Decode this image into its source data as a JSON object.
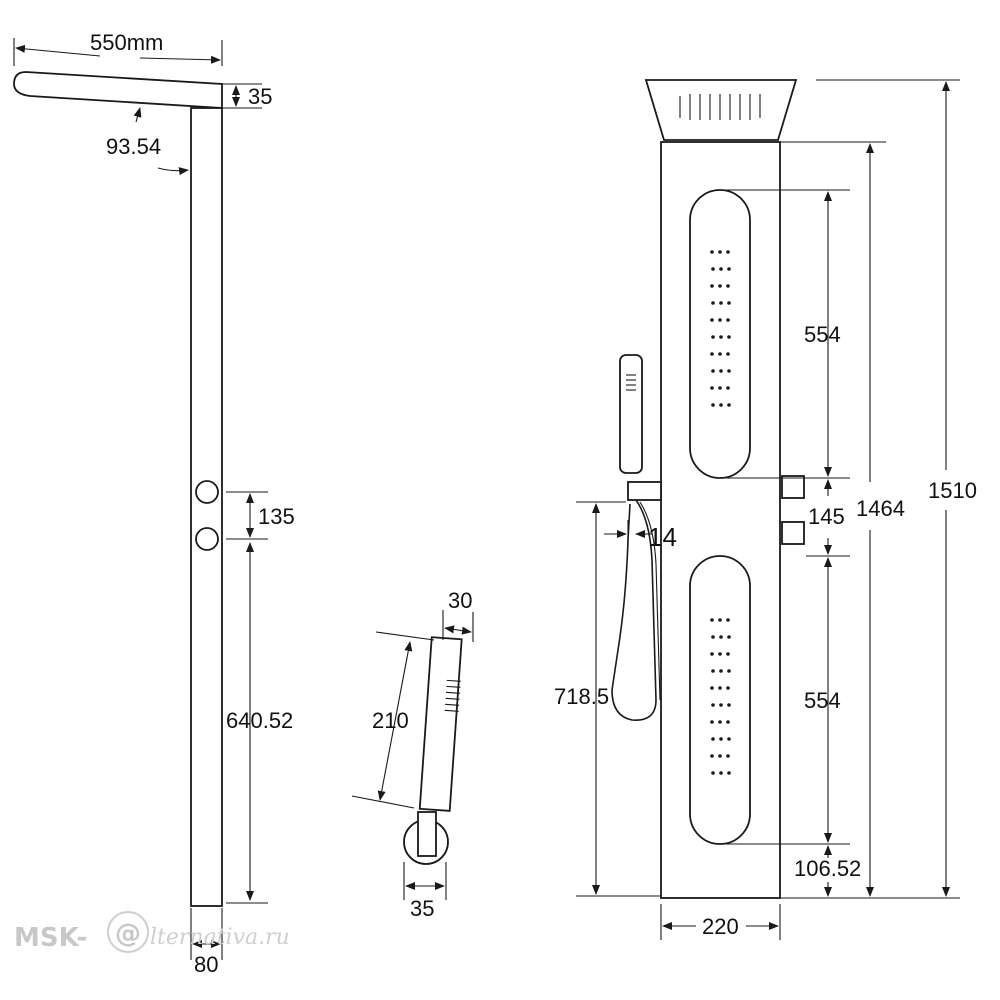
{
  "side_view": {
    "arm_width": "550mm",
    "arm_thickness": "35",
    "arm_angle": "93.54",
    "knob_spacing": "135",
    "lower_height": "640.52",
    "column_width": "80"
  },
  "hand_shower": {
    "head_width": "30",
    "length": "210",
    "holder_width": "35"
  },
  "front_view": {
    "holder_offset": "14",
    "holder_height": "718.5",
    "upper_jet_panel": "554",
    "control_spacing": "145",
    "lower_jet_panel": "554",
    "bottom_offset": "106.52",
    "panel_height": "1464",
    "total_height": "1510",
    "panel_width": "220"
  },
  "watermark": {
    "brand": "MSK-",
    "site": "lternativa.ru",
    "logo_letter": "@"
  }
}
